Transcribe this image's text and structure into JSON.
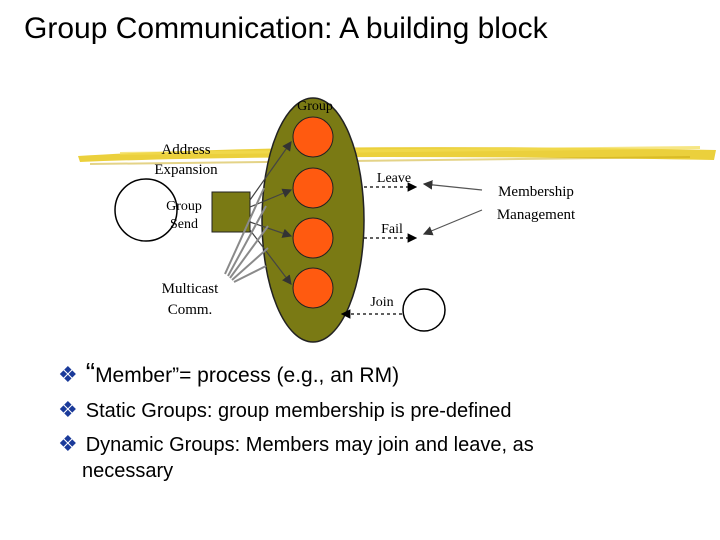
{
  "title": "Group Communication: A building block",
  "diagram": {
    "group_label": "Group",
    "address_expansion_line1": "Address",
    "address_expansion_line2": "Expansion",
    "group_send_line1": "Group",
    "group_send_line2": "Send",
    "multicast_line1": "Multicast",
    "multicast_line2": "Comm.",
    "leave_label": "Leave",
    "fail_label": "Fail",
    "join_label": "Join",
    "membership_line1": "Membership",
    "membership_line2": "Management"
  },
  "bullets": [
    {
      "quote_open": "“",
      "text": "Member”= process (e.g., an RM)"
    },
    {
      "term": "Static Groups",
      "text": ":  group membership is pre-defined"
    },
    {
      "term": "Dynamic Groups",
      "text": ":  Members may join and leave, as",
      "continuation": "necessary"
    }
  ],
  "colors": {
    "highlighter": "#e8c81a",
    "group_oval": "#7a7a14",
    "member_circle": "#ff5a10",
    "send_box": "#7a7a14",
    "bullet_diamond": "#1a3a9a",
    "arrow": "#6a6a6a"
  }
}
